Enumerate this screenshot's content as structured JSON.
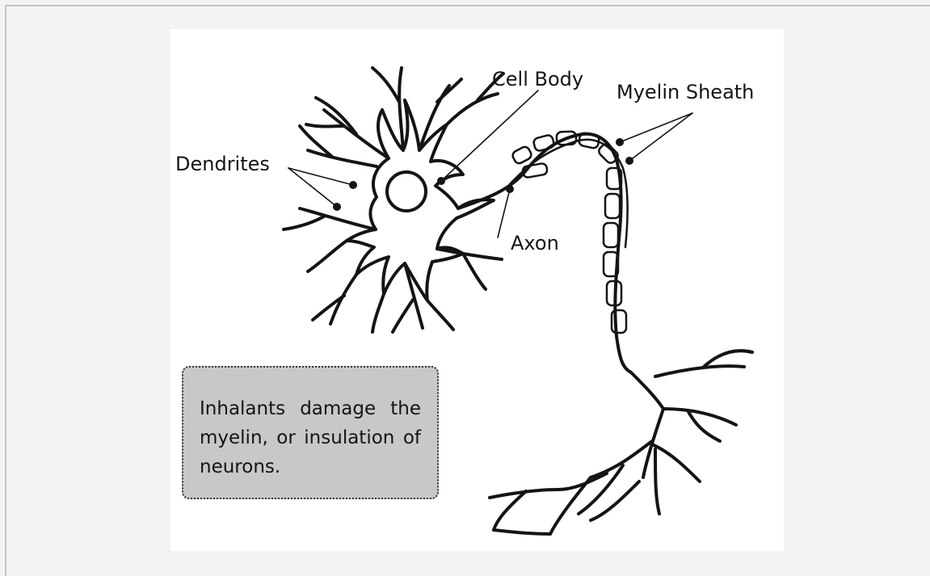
{
  "labels": {
    "cell_body": "Cell Body",
    "myelin_sheath": "Myelin Sheath",
    "dendrites": "Dendrites",
    "axon": "Axon"
  },
  "note": {
    "text": "Inhalants damage the myelin, or insulation of neurons."
  },
  "colors": {
    "ink": "#141414",
    "note_fill": "#c8c8c8",
    "background": "#f3f3f3",
    "panel": "#ffffff"
  }
}
